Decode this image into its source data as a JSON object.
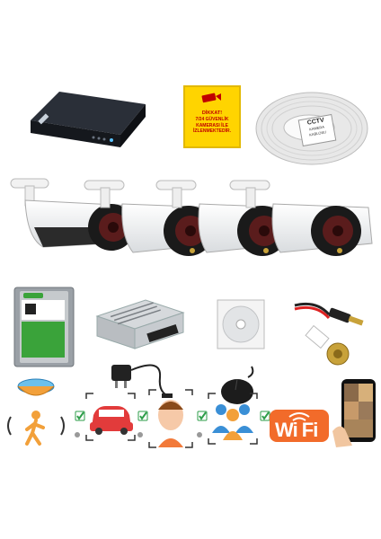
{
  "sign": {
    "line1": "DİKKAT!",
    "line2": "7/24 GÜVENLİK",
    "line3": "KAMERASI İLE",
    "line4": "İZLENMEKTEDİR."
  },
  "cable": {
    "brand": "CCTV",
    "subtitle": "KAMERA KABLOSU"
  },
  "wifi": {
    "text": "Wi Fi"
  },
  "colors": {
    "sign_yellow": "#ffd400",
    "sign_red": "#c00000",
    "hdd_green": "#3aa33a",
    "wifi_orange": "#f26b2a",
    "check_green": "#2e9e4a"
  },
  "icons": [
    "dvr-recorder",
    "warning-sign",
    "cable-coil",
    "bullet-camera",
    "hard-drive",
    "power-supply",
    "software-cd",
    "bnc-connector",
    "power-adapter",
    "computer-mouse",
    "motion-detection-icon",
    "car-detection-icon",
    "face-detection-icon",
    "people-detection-icon",
    "wifi-icon",
    "smartphone"
  ]
}
